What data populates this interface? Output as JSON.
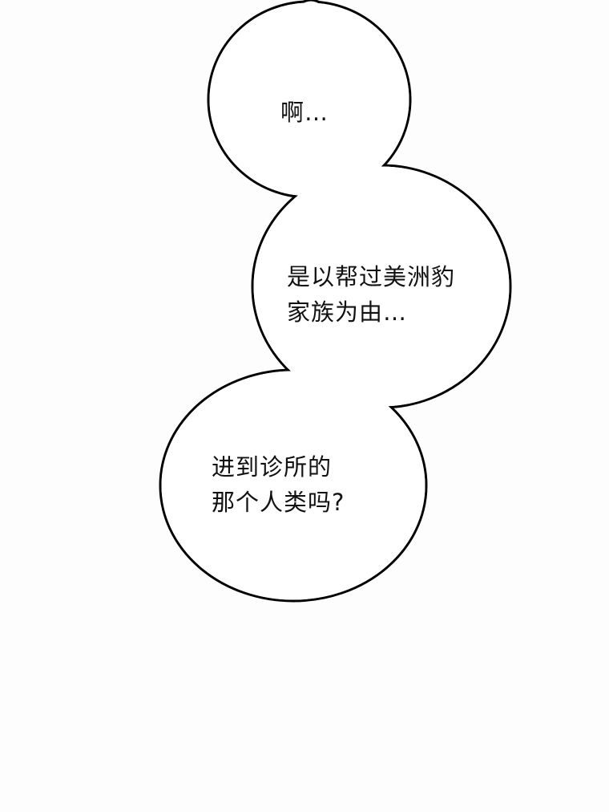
{
  "bubbles": [
    {
      "lines": [
        "啊…"
      ]
    },
    {
      "lines": [
        "是以帮过美洲豹",
        "家族为由…"
      ]
    },
    {
      "lines": [
        "进到诊所的",
        "那个人类吗?"
      ]
    }
  ],
  "colors": {
    "background": "#fdfdfd",
    "bubble_fill": "#ffffff",
    "outline": "#000000"
  }
}
